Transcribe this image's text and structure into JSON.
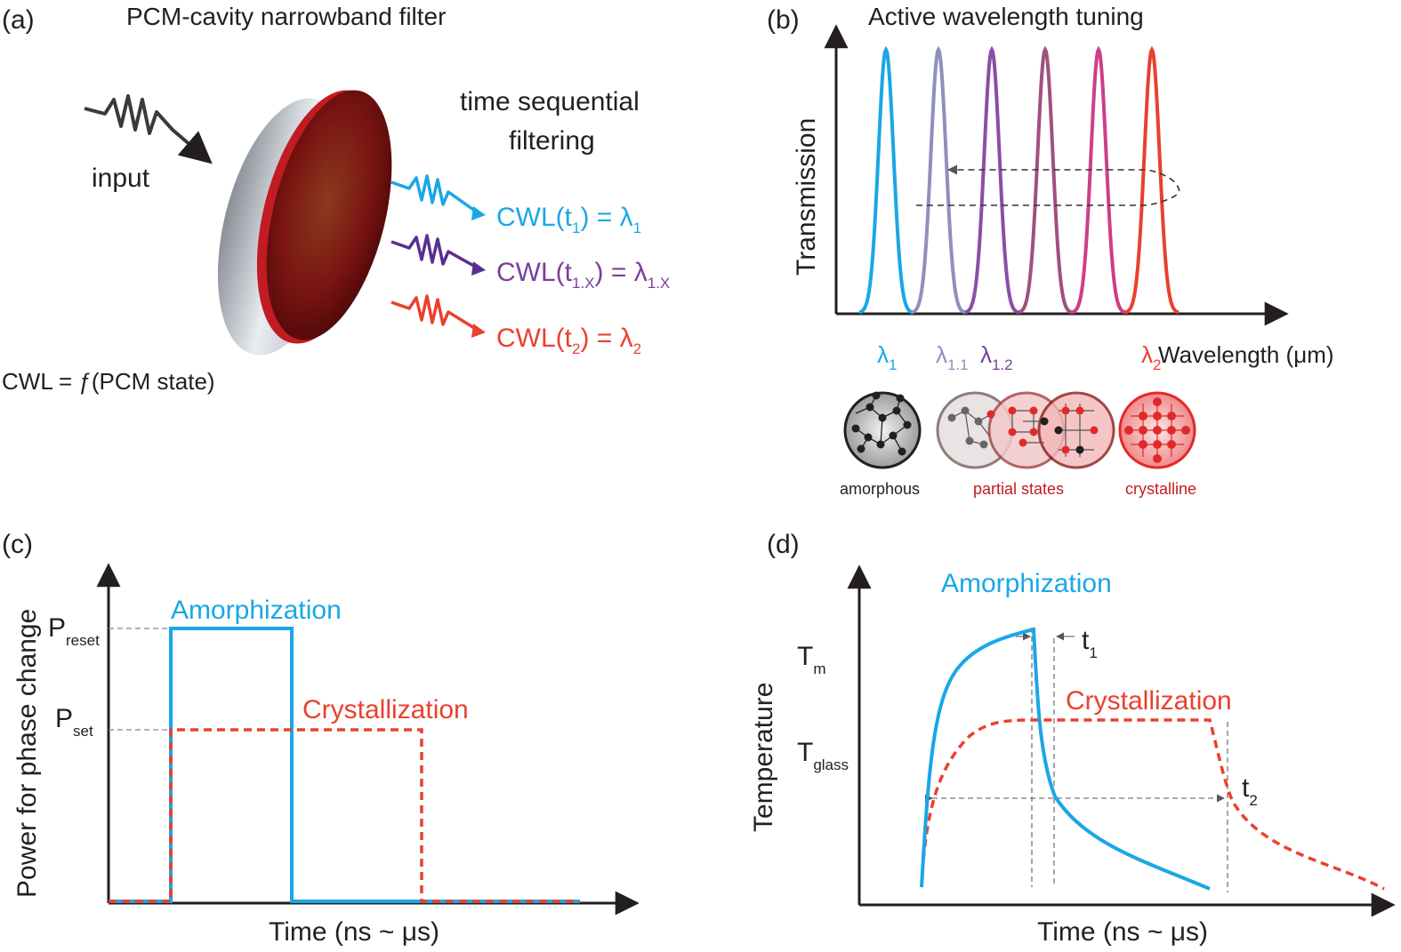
{
  "panels": {
    "a": {
      "label": "(a)",
      "title": "PCM-cavity narrowband filter",
      "input": "input",
      "filtering_line1": "time sequential",
      "filtering_line2": "filtering",
      "outputs": [
        {
          "prefix": "CWL(t",
          "sub": "1",
          "mid": ") = λ",
          "sub2": "1",
          "color": "#1aa7e6"
        },
        {
          "prefix": "CWL(t",
          "sub": "1.X",
          "mid": ") = λ",
          "sub2": "1.X",
          "color": "#7b3f9c"
        },
        {
          "prefix": "CWL(t",
          "sub": "2",
          "mid": ") = λ",
          "sub2": "2",
          "color": "#e9412e"
        }
      ],
      "cwl_formula": "CWL = ƒ(PCM state)"
    },
    "b": {
      "label": "(b)",
      "title": "Active wavelength tuning",
      "ylabel": "Transmission",
      "xlabel": "Wavelength (μm)",
      "lambda": "λ",
      "lambda_subs": [
        "1",
        "1.1",
        "1.2",
        "2"
      ],
      "state_labels": {
        "amorphous": "amorphous",
        "partial": "partial states",
        "crystalline": "crystalline"
      },
      "peak_colors": [
        "#1aa7e6",
        "#8f8fbf",
        "#8b4ea6",
        "#a0507f",
        "#cc3f86",
        "#e9412e"
      ]
    },
    "c": {
      "label": "(c)",
      "ylabel": "Power for phase change",
      "xlabel": "Time (ns ~ μs)",
      "p_reset": "P",
      "p_reset_sub": "reset",
      "p_set": "P",
      "p_set_sub": "set",
      "amorph": "Amorphization",
      "cryst": "Crystallization"
    },
    "d": {
      "label": "(d)",
      "ylabel": "Temperature",
      "xlabel": "Time (ns ~ μs)",
      "tm": "T",
      "tm_sub": "m",
      "tglass": "T",
      "tglass_sub": "glass",
      "t1": "t",
      "t1_sub": "1",
      "t2": "t",
      "t2_sub": "2",
      "amorph": "Amorphization",
      "cryst": "Crystallization"
    }
  },
  "colors": {
    "blue": "#1aa7e6",
    "red": "#e9412e",
    "purple": "#7b3f9c",
    "dark": "#231f20"
  }
}
